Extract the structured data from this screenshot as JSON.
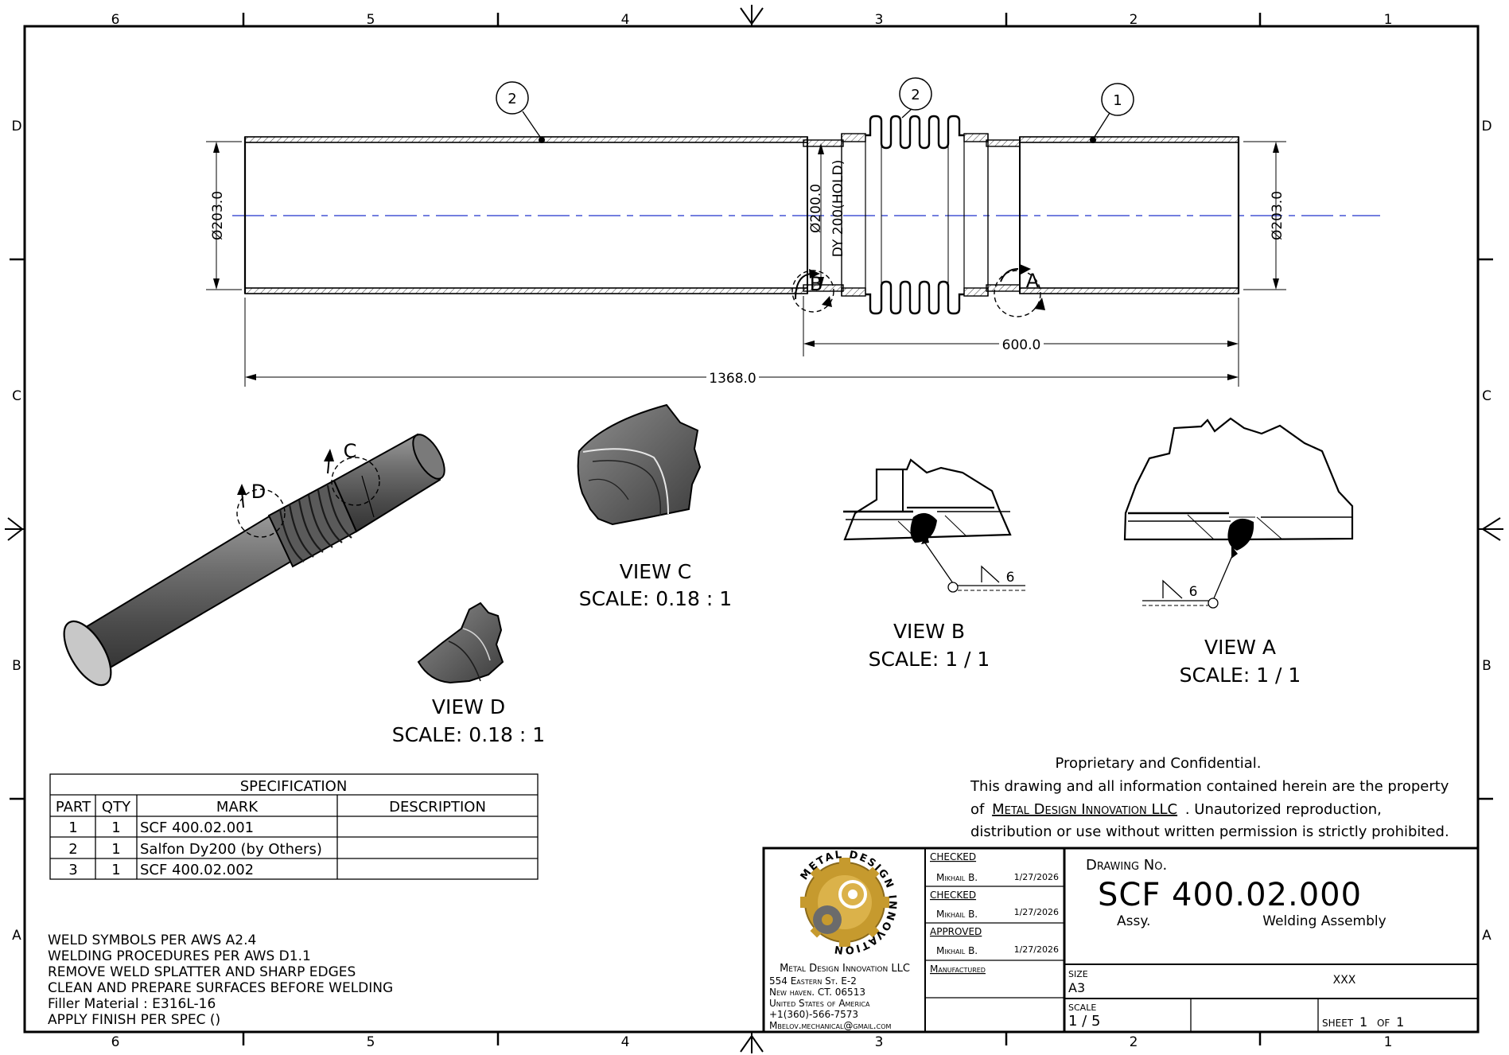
{
  "border": {
    "cols_top": [
      "6",
      "5",
      "4",
      "3",
      "2",
      "1"
    ],
    "cols_bottom": [
      "6",
      "5",
      "4",
      "3",
      "2",
      "1"
    ],
    "rows_left": [
      "D",
      "C",
      "B",
      "A"
    ],
    "rows_right": [
      "D",
      "C",
      "B",
      "A"
    ]
  },
  "main_view": {
    "balloons": [
      "2",
      "2",
      "1"
    ],
    "dim_left_dia": "Ø203.0",
    "dim_right_dia": "Ø203.0",
    "dim_inner_dia": "Ø200.0",
    "dim_inner_note": "DY 200(HOLD)",
    "dim_length_short": "600.0",
    "dim_length_overall": "1368.0",
    "detail_b_tag": "B",
    "detail_a_tag": "A"
  },
  "iso_view": {
    "tag_c": "C",
    "tag_d": "D"
  },
  "views": {
    "c": {
      "title": "VIEW C",
      "scale": "SCALE: 0.18 : 1"
    },
    "d": {
      "title": "VIEW D",
      "scale": "SCALE: 0.18 : 1"
    },
    "b": {
      "title": "VIEW B",
      "scale": "SCALE: 1 / 1",
      "weld_size": "6"
    },
    "a": {
      "title": "VIEW A",
      "scale": "SCALE: 1 / 1",
      "weld_size": "6"
    }
  },
  "spec_table": {
    "title": "SPECIFICATION",
    "headers": [
      "PART",
      "QTY",
      "MARK",
      "DESCRIPTION"
    ],
    "rows": [
      [
        "1",
        "1",
        "SCF 400.02.001",
        ""
      ],
      [
        "2",
        "1",
        "Salfon Dy200 (by Others)",
        ""
      ],
      [
        "3",
        "1",
        "SCF 400.02.002",
        ""
      ]
    ]
  },
  "notes": [
    "WELD SYMBOLS PER AWS A2.4",
    "WELDING PROCEDURES PER AWS D1.1",
    "REMOVE WELD SPLATTER AND SHARP EDGES",
    "CLEAN AND PREPARE SURFACES BEFORE WELDING",
    "Filler Material : E316L-16",
    "APPLY FINISH PER SPEC ()"
  ],
  "proprietary": {
    "line1": "Proprietary and Confidential.",
    "line2": "This drawing and all information contained herein are the property",
    "line3_prefix": "of",
    "line3_company": "Metal Design Innovation LLC",
    "line3_suffix": ". Unautorized reproduction,",
    "line4": "distribution or use without written permission is strictly prohibited."
  },
  "title_block": {
    "logo_ring_text": "METAL DESIGN INNOVATION",
    "company": "Metal Design Innovation LLC",
    "address": [
      "554 Eastern St. E-2",
      "New haven. CT. 06513",
      "United States of America",
      "+1(360)-566-7573",
      "Mbelov.mechanical@gmail.com"
    ],
    "approvals": [
      {
        "label": "CHECKED",
        "name": "Mikhail B.",
        "date": "1/27/2026"
      },
      {
        "label": "CHECKED",
        "name": "Mikhail B.",
        "date": "1/27/2026"
      },
      {
        "label": "APPROVED",
        "name": "Mikhail B.",
        "date": "1/27/2026"
      }
    ],
    "manufactured_label": "Manufactured",
    "drawing_no_label": "Drawing No.",
    "drawing_no": "SCF 400.02.000",
    "assy_label": "Assy.",
    "drawing_title": "Welding Assembly",
    "size_label": "SIZE",
    "size_value": "A3",
    "rev_value": "XXX",
    "scale_label": "SCALE",
    "scale_value": "1 / 5",
    "sheet_label": "SHEET",
    "sheet_num": "1",
    "of_label": "OF",
    "sheet_total": "1"
  },
  "colors": {
    "centerline": "#2233cc",
    "logo_gold": "#c69a2e",
    "logo_gray": "#6b6b6b",
    "part_gray": "#6a6a6a"
  }
}
